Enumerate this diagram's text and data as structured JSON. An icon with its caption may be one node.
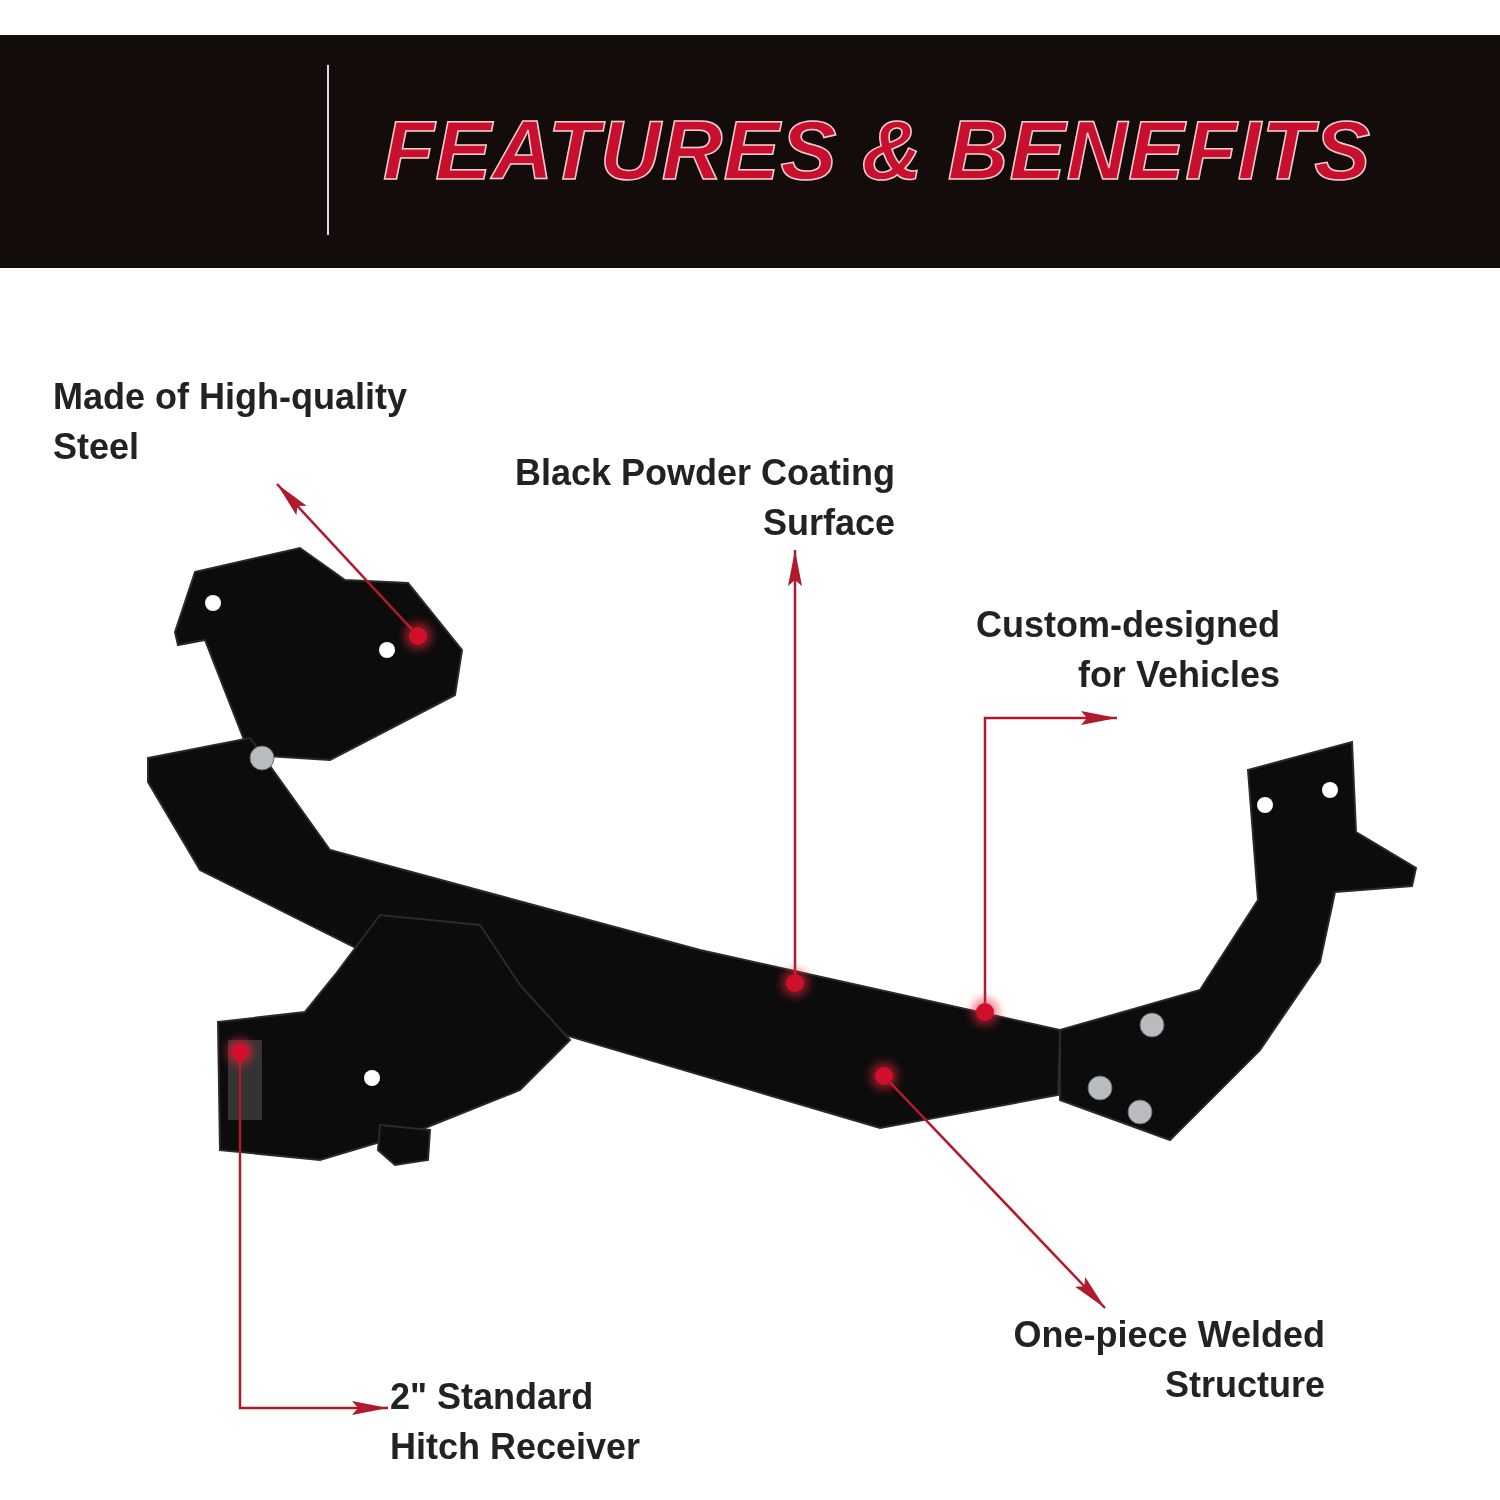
{
  "diagram": {
    "title": "FEATURES & BENEFITS",
    "nodes": [
      {
        "text": [
          "Made of High-quality Steel"
        ]
      },
      {
        "text": [
          "Black Powder Coating Surface"
        ]
      },
      {
        "text": [
          "Custom-designed for Vehicles"
        ]
      },
      {
        "text": [
          "One-piece Welded Structure"
        ]
      },
      {
        "text": [
          "2\" Standard Hitch Receiver"
        ]
      },
      {
        "text": [],
        "shape": "circle"
      },
      {
        "text": [],
        "shape": "circle"
      },
      {
        "text": [],
        "shape": "circle"
      },
      {
        "text": [],
        "shape": "circle"
      },
      {
        "text": [],
        "shape": "circle"
      }
    ],
    "edges": [
      {
        "from": 5,
        "to": 4,
        "arrow": "to"
      },
      {
        "from": 6,
        "to": 0,
        "arrow": "to"
      },
      {
        "from": 7,
        "to": 1,
        "arrow": "to"
      },
      {
        "from": 8,
        "to": 3,
        "arrow": "to"
      },
      {
        "from": 9,
        "to": 2,
        "arrow": "to"
      }
    ]
  }
}
